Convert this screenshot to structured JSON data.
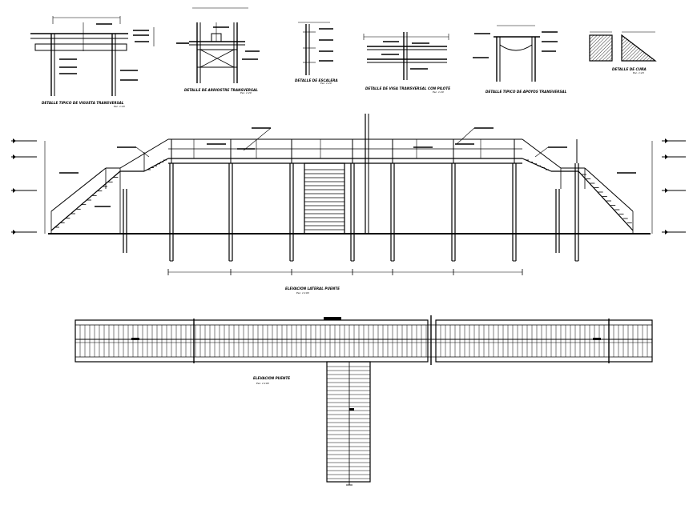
{
  "drawing": {
    "details": [
      {
        "caption": "DETALLE TIPICO DE VIGUETA TRANSVERSAL",
        "scale": "Esc. 1:20"
      },
      {
        "caption": "DETALLE DE ARRIOSTRE TRANSVERSAL",
        "scale": "Esc. 1:20"
      },
      {
        "caption": "DETALLE DE ESCALERA",
        "scale": "Esc. 1:20"
      },
      {
        "caption": "DETALLE DE VIGA TRANSVERSAL CON PILOTE",
        "scale": "Esc. 1:20"
      },
      {
        "caption": "DETALLE TIPICO DE APOYOS TRANSVERSAL",
        "scale": ""
      },
      {
        "caption": "DETALLE DE CUÑA",
        "scale": "Esc. 1:20"
      }
    ],
    "elevation_lateral": {
      "caption": "ELEVACION LATERAL PUENTE",
      "scale": "Esc. 1:100"
    },
    "elevation_plan": {
      "caption": "ELEVACION PUENTE",
      "scale": "Esc. 1:100"
    }
  },
  "colors": {
    "line": "#000000",
    "background": "#ffffff",
    "hatch": "#000000"
  }
}
